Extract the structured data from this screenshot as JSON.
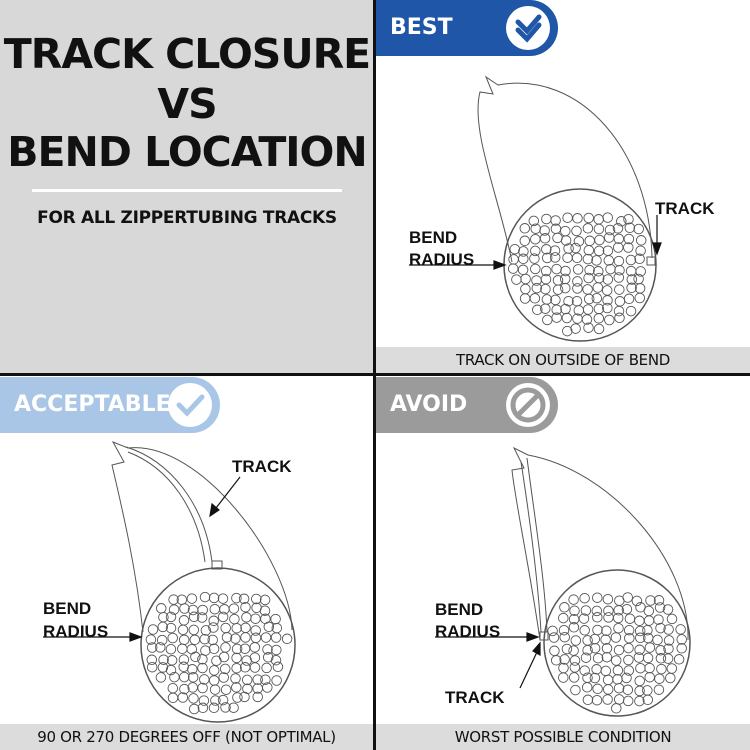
{
  "header": {
    "title_lines": [
      "TRACK CLOSURE",
      "VS",
      "BEND LOCATION"
    ],
    "subtitle": "FOR ALL ZIPPERTUBING TRACKS"
  },
  "panels": {
    "best": {
      "badge": "BEST",
      "caption": "TRACK ON OUTSIDE OF BEND",
      "bend_label_1": "BEND",
      "bend_label_2": "RADIUS",
      "track_label": "TRACK",
      "icon": "double-check-icon"
    },
    "acceptable": {
      "badge": "ACCEPTABLE",
      "caption": "90 OR 270 DEGREES OFF (NOT OPTIMAL)",
      "bend_label_1": "BEND",
      "bend_label_2": "RADIUS",
      "track_label": "TRACK",
      "icon": "check-icon"
    },
    "avoid": {
      "badge": "AVOID",
      "caption": "WORST POSSIBLE CONDITION",
      "bend_label_1": "BEND",
      "bend_label_2": "RADIUS",
      "track_label": "TRACK",
      "icon": "prohibited-icon"
    }
  },
  "colors": {
    "best": "#1f56a8",
    "acceptable": "#a9c6e6",
    "avoid": "#9b9b9b",
    "panel_gray": "#d8d8d8"
  }
}
